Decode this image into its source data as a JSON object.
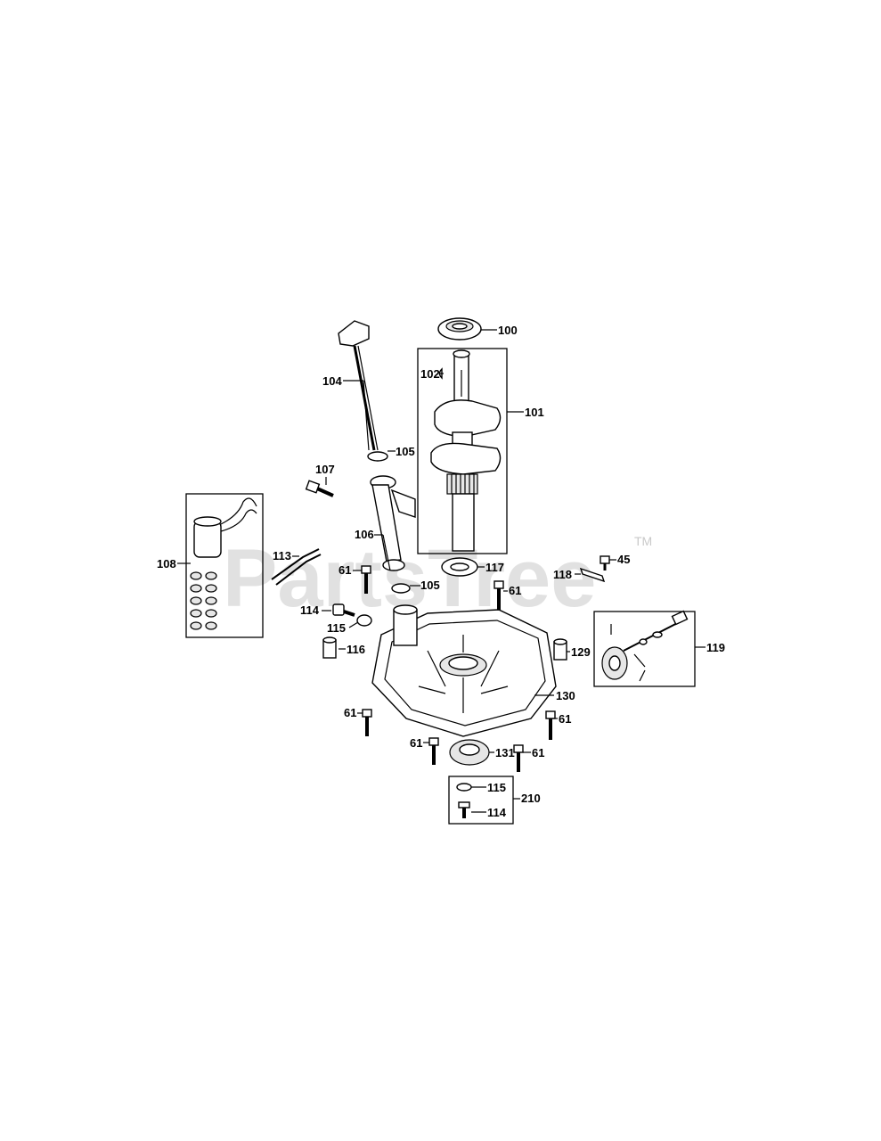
{
  "watermark": {
    "text": "PartsTree",
    "trademark": "TM"
  },
  "labels": {
    "p100": "100",
    "p101": "101",
    "p102": "102",
    "p104": "104",
    "p105a": "105",
    "p105b": "105",
    "p106": "106",
    "p107": "107",
    "p108": "108",
    "p113": "113",
    "p114a": "114",
    "p114b": "114",
    "p115a": "115",
    "p115b": "115",
    "p116": "116",
    "p117": "117",
    "p118": "118",
    "p119": "119",
    "p129": "129",
    "p130": "130",
    "p131": "131",
    "p210": "210",
    "p45": "45",
    "p61a": "61",
    "p61b": "61",
    "p61c": "61",
    "p61d": "61",
    "p61e": "61",
    "p61f": "61"
  }
}
